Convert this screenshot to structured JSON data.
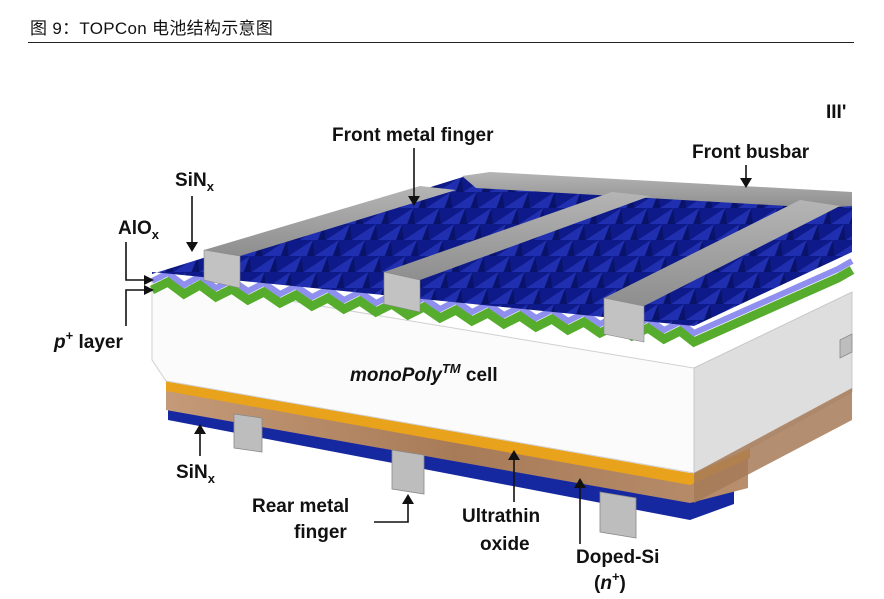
{
  "caption": "图 9：TOPCon 电池结构示意图",
  "corner_mark": "III'",
  "labels": {
    "front_metal_finger": "Front metal finger",
    "front_busbar": "Front busbar",
    "sinx_top_base": "SiN",
    "sinx_top_sub": "x",
    "alox_base": "AlO",
    "alox_sub": "x",
    "p_layer_p": "p",
    "p_layer_sup": "+",
    "p_layer_text": " layer",
    "cell_prefix": "monoPoly",
    "cell_tm": "TM",
    "cell_suffix": " cell",
    "sinx_bottom_base": "SiN",
    "sinx_bottom_sub": "x",
    "rear_metal_finger_line1": "Rear metal",
    "rear_metal_finger_line2": "finger",
    "ultrathin_oxide_line1": "Ultrathin",
    "ultrathin_oxide_line2": "oxide",
    "doped_si_line1": "Doped-Si",
    "doped_si_line2_open": "(",
    "doped_si_line2_n": "n",
    "doped_si_line2_sup": "+",
    "doped_si_line2_close": ")"
  },
  "colors": {
    "silicon_bulk": "#fbfbfb",
    "silicon_side": "#dedede",
    "nitride_blue": "#101a8c",
    "alox_lavender": "#8f8ff0",
    "p_layer_green": "#56ac2c",
    "metal_gray": "#9a9a9a",
    "oxide_orange": "#e9a21b",
    "doped_si_brown": "#b78a66",
    "rear_sinx_blue": "#1628a0"
  }
}
